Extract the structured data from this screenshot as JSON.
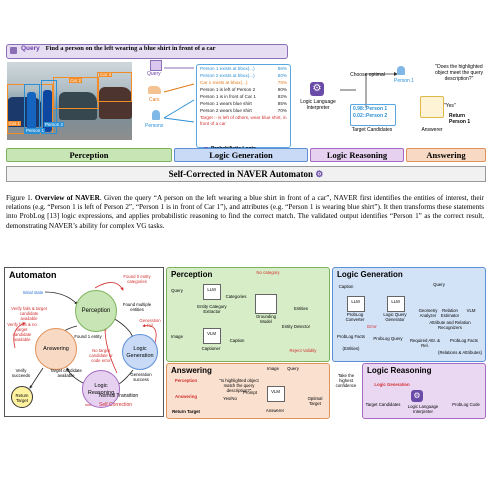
{
  "fig1": {
    "query_label": "Query",
    "query_text": "Find a person on the left wearing a blue shirt in front of a car",
    "photo_tags": [
      "Car 3",
      "Car 2",
      "Car 1",
      "Person 1",
      "Person 2"
    ],
    "entities": [
      "Query",
      "Cars",
      "Persons"
    ],
    "problog_rows": [
      {
        "text": "Person 1 exists at bbox(...)",
        "pct": "96%"
      },
      {
        "text": "Person 2 exists at bbox(...)",
        "pct": "80%"
      },
      {
        "text": "Car 1 exists at bbox(...)",
        "pct": "75%"
      },
      {
        "text": "Person 1 is left of Person 2",
        "pct": "90%"
      },
      {
        "text": "Person 1 is in front of Car 1",
        "pct": "92%"
      },
      {
        "text": "Person 1 wears blue shirt",
        "pct": "85%"
      },
      {
        "text": "Person 2 wears blue shirt",
        "pct": "70%"
      }
    ],
    "target_rule": "Target :- is left of others, wear blue shirt, in front of a car",
    "prob_logic": "Probabilistic Logic",
    "interpreter": "Logic Language Interpreter",
    "choose_optimal": "Choose optimal",
    "candidates": "0.98::Person 1\n0.02::Person 2",
    "target_candidates": "Target Candidates",
    "person1": "Person 1",
    "vlm_question": "\"Does the highlighted object meet the query description?\"",
    "yes": "\"Yes\"",
    "ret": "Return Person 1",
    "answerer": "Answerer",
    "stages": [
      "Perception",
      "Logic Generation",
      "Logic Reasoning",
      "Answering"
    ],
    "self_corrected": "Self-Corrected in NAVER Automaton"
  },
  "caption1": {
    "label": "Figure 1.",
    "bold": "Overview of NAVER",
    "text": ". Given the query “A person on the left wearing a blue shirt in front of a car”, NAVER first identifies the entities of interest, their relations (e.g. “Person 1 is left of Person 2”, “Person 1 is in front of Car 1”), and attributes (e.g. “Person 1 is wearing blue shirt”). It then transforms these statements into ProbLog [13] logic expressions, and applies probabilistic reasoning to find the correct match. The validated output identifies “Person 1” as the correct result, demonstrating NAVER’s ability for complex VG tasks."
  },
  "fig2": {
    "automaton_title": "Automaton",
    "states": [
      "Perception",
      "Logic Generation",
      "Logic Reasoning",
      "Answering"
    ],
    "initial": "Initial state",
    "return_target": "Return Target",
    "labels": {
      "found0": "Found 0 entity categories",
      "foundmulti": "Found multiple entities",
      "found1": "Found 1 entity",
      "genfail": "Generation fail",
      "notarget": "No target candidate or code error",
      "gensuccess": "Generation success",
      "targetavail": "Target candidate available",
      "verifyfails": "Verify fails & no target candidate available",
      "verifyfails2": "Verify fails & target candidate available",
      "verifysucceeds": "Verify succeeds"
    },
    "legend": [
      "Normal Transition",
      "Self Correction"
    ],
    "perception": {
      "title": "Perception",
      "no_category": "No category",
      "items": [
        "Query",
        "LLM",
        "Categories",
        "Entity Category Extractor",
        "VLM",
        "Grounding Model",
        "Entities",
        "Entity Detector",
        "Image",
        "VLM",
        "Captioner",
        "Caption"
      ],
      "reject": "Reject Validity",
      "captions_nearby": [
        "Entities",
        "Entities"
      ]
    },
    "logicgen": {
      "title": "Logic Generation",
      "items": [
        "Query",
        "Caption",
        "LLM",
        "ProbLog Converter",
        "LLM",
        "Logic Query Generator",
        "Geometry Analyzer",
        "Relation Estimator",
        "VLM",
        "Attribute and Relation Recognizers",
        "ProbLog Facts",
        "ProbLog Query",
        "Required Attr. & Rel.",
        "ProbLog Facts"
      ],
      "sub": [
        "(Entities)",
        "(Relations & Attributes)"
      ],
      "error": "Error"
    },
    "reasoning": {
      "title": "Logic Reasoning",
      "items": [
        "Logic Generation",
        "Target Candidates",
        "Logic Language Interpreter",
        "ProbLog Code"
      ],
      "take": "Take the highest confidence"
    },
    "answering": {
      "title": "Answering",
      "items": [
        "Perception",
        "Answering",
        "Image",
        "Query",
        "VLM",
        "Answerer",
        "Return Target",
        "Prompt",
        "Yes/No",
        "Optimal Target"
      ],
      "question": "\"Is highlighted object match the query description?\""
    }
  },
  "colors": {
    "perception": "#c8e6b5",
    "logicgen": "#c8daf5",
    "reasoning": "#e6d2f0",
    "answering": "#f7d9c4"
  }
}
